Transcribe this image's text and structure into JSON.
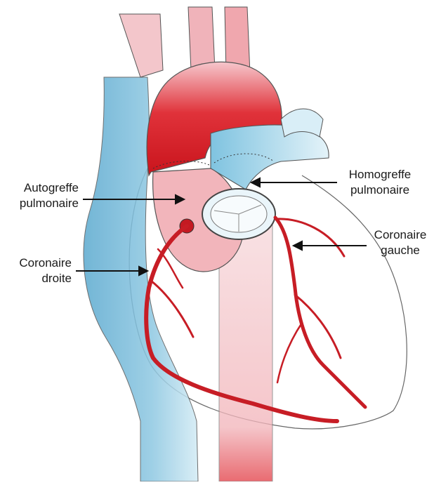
{
  "labels": {
    "autogreffe": {
      "line1": "Autogreffe",
      "line2": "pulmonaire"
    },
    "homogreffe": {
      "line1": "Homogreffe",
      "line2": "pulmonaire"
    },
    "coronaire_droite": {
      "line1": "Coronaire",
      "line2": "droite"
    },
    "coronaire_gauche": {
      "line1": "Coronaire",
      "line2": "gauche"
    }
  },
  "colors": {
    "artery_red": "#d8262b",
    "aorta_light": "#f4b9bf",
    "vein_blue": "#6cb6d8",
    "vein_light": "#cfe8f3",
    "outline": "#555555",
    "arrow": "#111111"
  }
}
